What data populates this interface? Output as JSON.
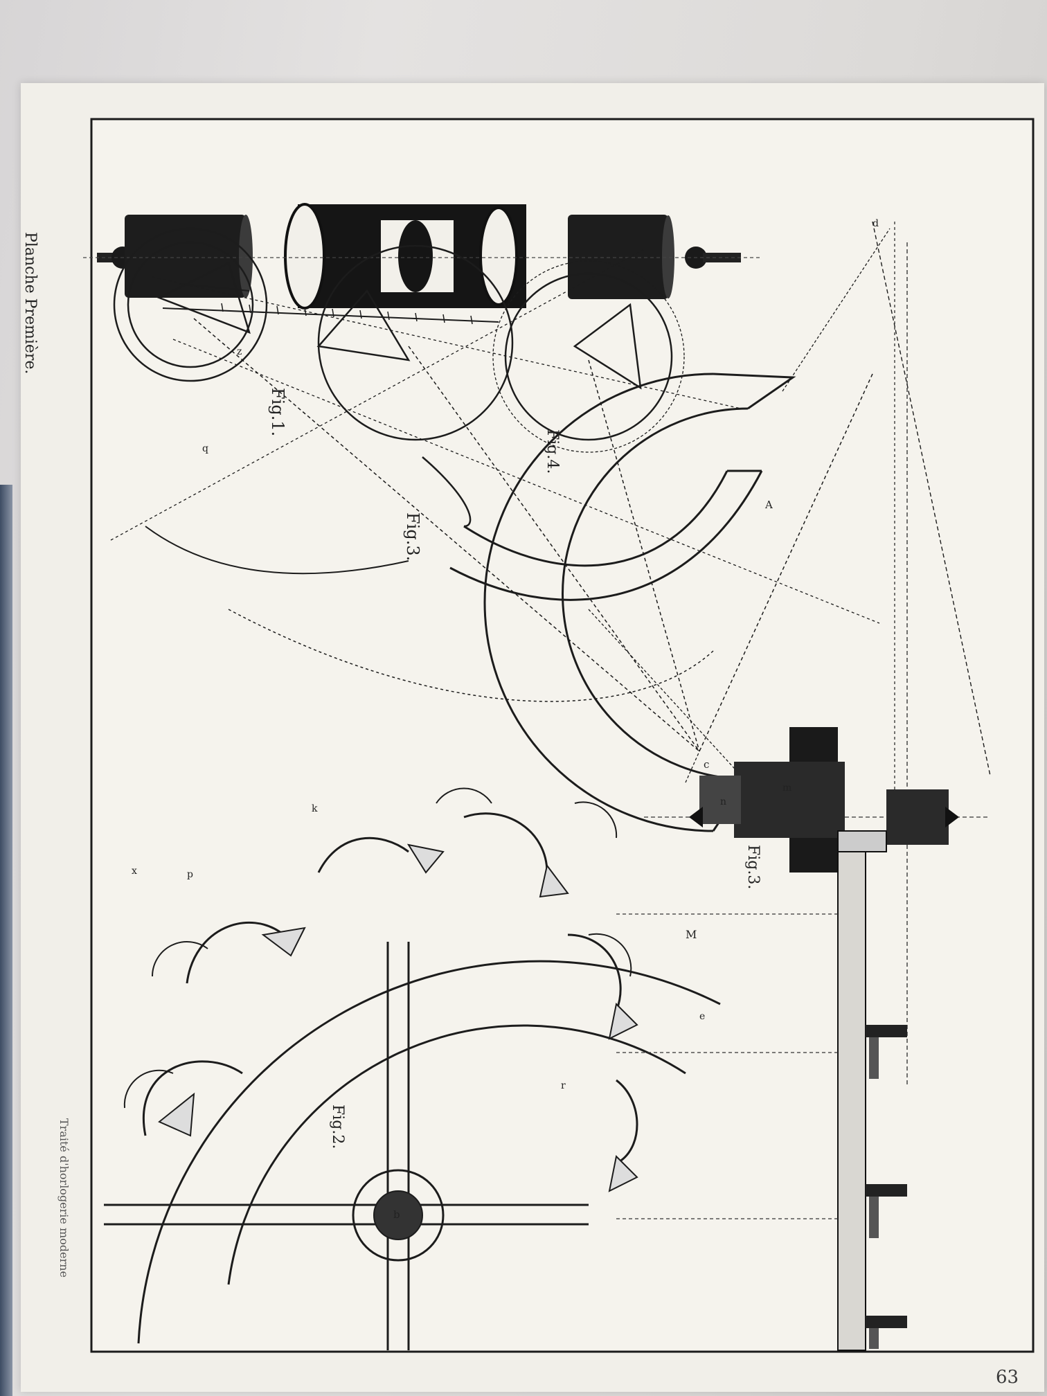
{
  "plate": {
    "title": "Planche Première.",
    "running_head": "Traité d'horlogerie moderne",
    "page_number": "63"
  },
  "figures": [
    {
      "id": "fig1",
      "label": "Fig.1."
    },
    {
      "id": "fig2",
      "label": "Fig.2."
    },
    {
      "id": "fig3a",
      "label": "Fig.3."
    },
    {
      "id": "fig3b",
      "label": "Fig.3."
    },
    {
      "id": "fig4",
      "label": "Fig.4."
    }
  ],
  "letters": {
    "c": "c",
    "A": "A",
    "b": "b",
    "x": "x",
    "M": "M",
    "n": "n",
    "d": "d",
    "p": "p",
    "q": "q",
    "z": "z",
    "k": "k",
    "r": "r",
    "e": "e",
    "m": "m"
  }
}
